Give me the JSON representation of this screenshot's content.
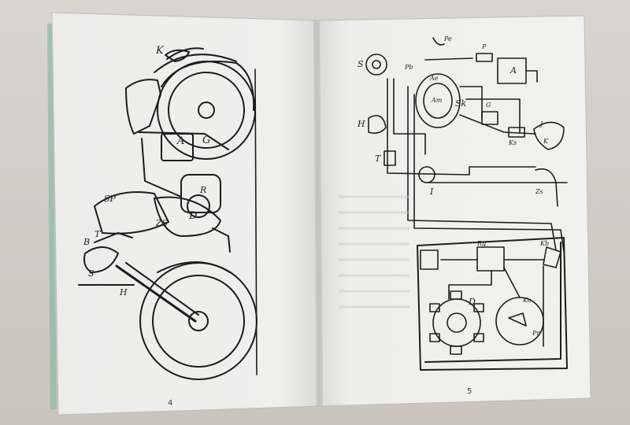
{
  "booklet": {
    "left_page": {
      "page_number": "4",
      "labels": {
        "K": "K",
        "A": "A",
        "G": "G",
        "D": "D",
        "R": "R",
        "SP": "SP",
        "ZS": "ZS",
        "B": "B",
        "T": "T",
        "S": "S",
        "H": "H"
      }
    },
    "right_page": {
      "page_number": "5",
      "labels": {
        "S": "S",
        "Pe": "Pe",
        "Pb": "Pb",
        "P": "P",
        "A": "A",
        "Ae": "Ae",
        "Am": "Am",
        "Sk": "Sk",
        "G": "G",
        "J": "J",
        "K": "K",
        "Ks": "Ks",
        "H": "H",
        "T": "T",
        "I": "I",
        "Zs": "Zs",
        "Rg": "Rg",
        "Kb": "Kb",
        "D": "D",
        "Ko": "Ko",
        "Pr": "Pr"
      }
    }
  }
}
